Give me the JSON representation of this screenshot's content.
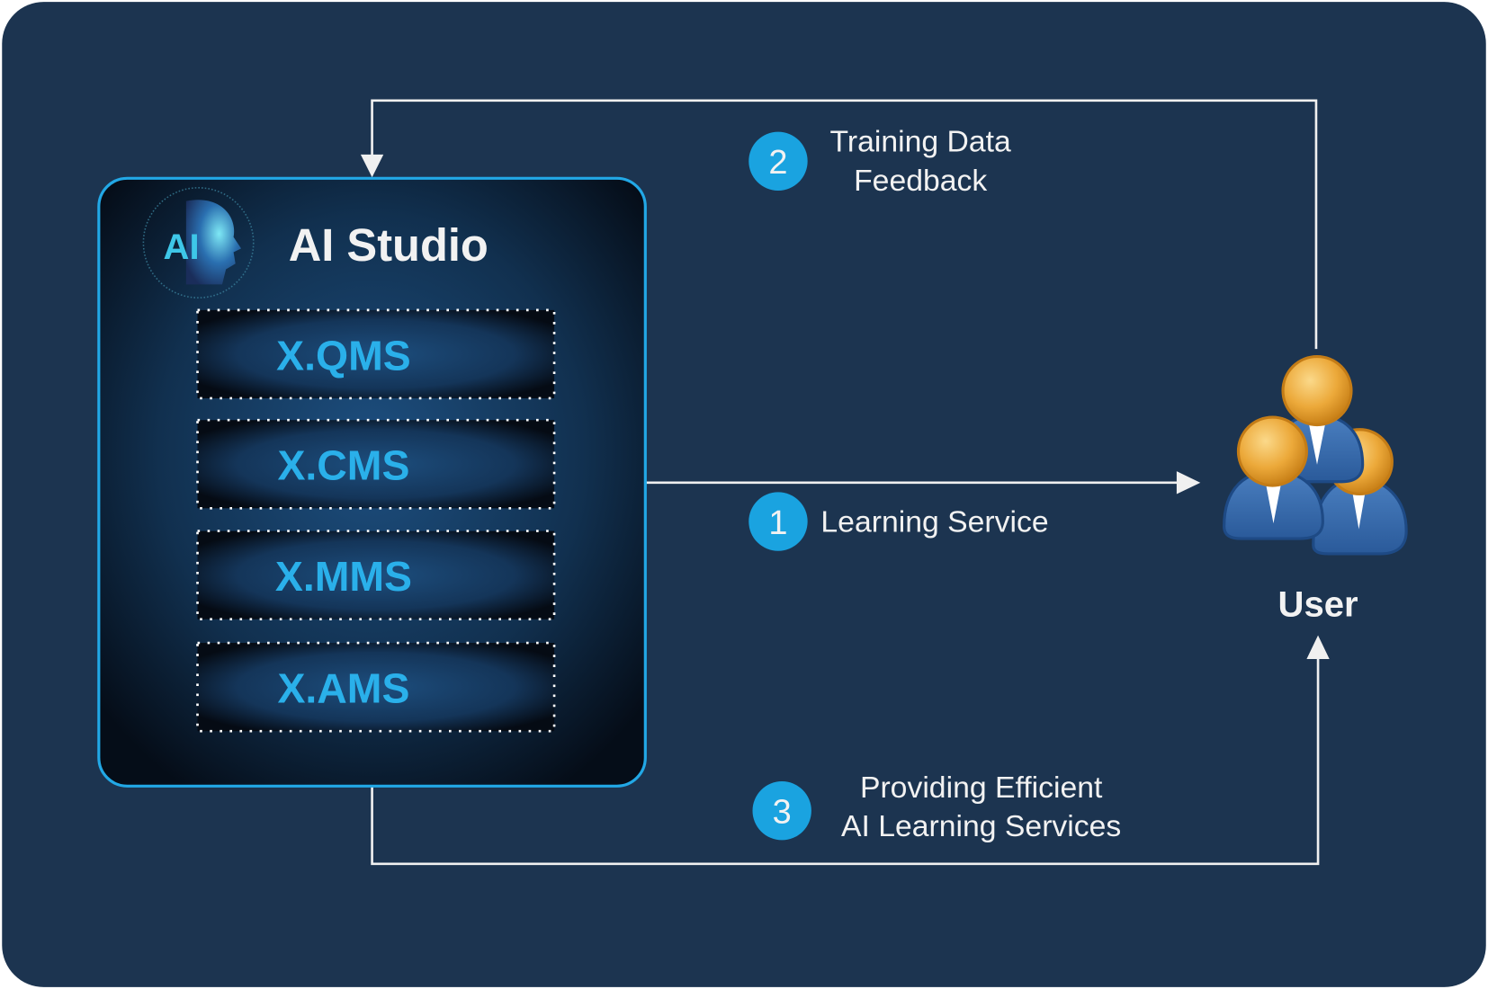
{
  "colors": {
    "background": "#1c3450",
    "accent": "#1aa3e0",
    "module_text": "#2ab0ea",
    "line": "#f0f0f0",
    "user_head": "#e8a030",
    "user_body": "#3a6fb0"
  },
  "studio": {
    "logo_text": "AI",
    "title": "AI Studio",
    "modules": [
      "X.QMS",
      "X.CMS",
      "X.MMS",
      "X.AMS"
    ]
  },
  "user": {
    "label": "User",
    "icon": "user-group-icon"
  },
  "steps": [
    {
      "number": "1",
      "lines": [
        "Learning Service"
      ]
    },
    {
      "number": "2",
      "lines": [
        "Training Data",
        "Feedback"
      ]
    },
    {
      "number": "3",
      "lines": [
        "Providing Efficient",
        "AI Learning Services"
      ]
    }
  ]
}
